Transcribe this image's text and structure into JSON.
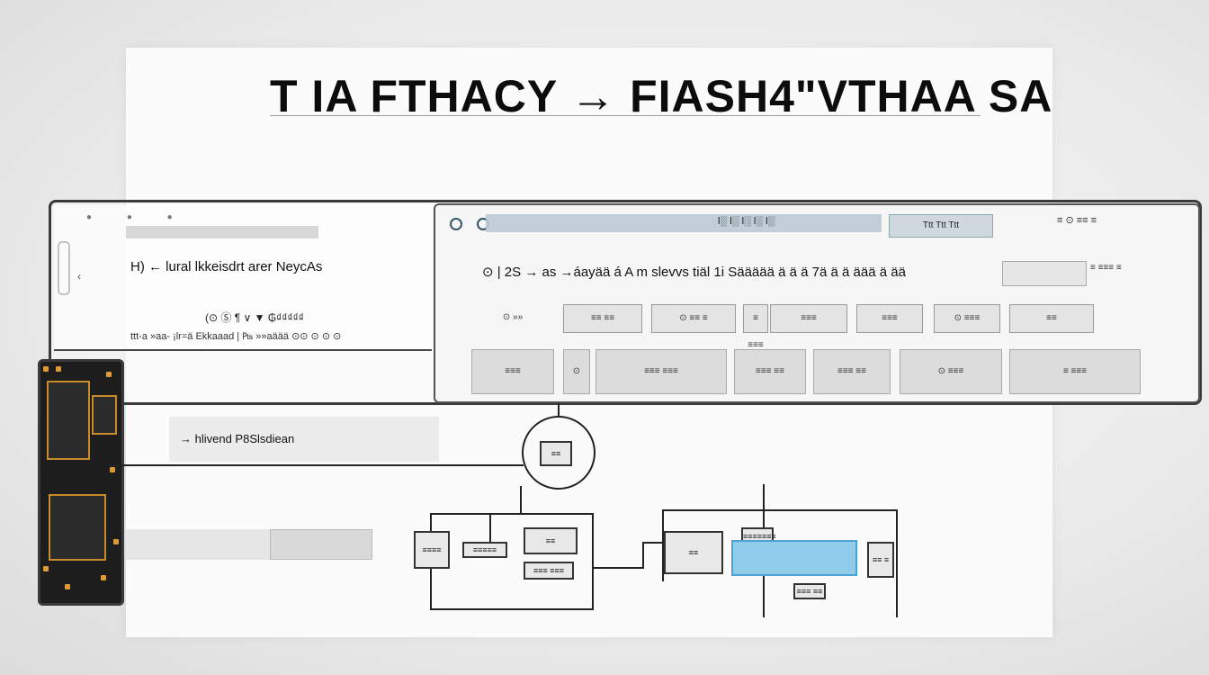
{
  "sheet": {
    "title": "T IA FTHACY → FIASH4\"VTHAA SA"
  },
  "left_panel": {
    "chevron": "‹",
    "label": "H) ← lural lkkeisdrt arer NeycAs",
    "sub": "(⊙ Ⓢ ¶ ∨ ▼ ₲₫₫₫₫₫",
    "footer": "ttt-a »aa- ¡lr=ä Ekkaaad | ₧ »»aäää ⊙⊙ ⊙ ⊙ ⊙"
  },
  "app": {
    "top_text": "l░ l░ l░ l░ l░",
    "top_box": "Ttt Ttt Ttt",
    "top_right": "≡ ⊙ ≡≡ ≡",
    "heading": "⊙ | 2S → as →áayää á A m slevvs tiäl 1i Säääää ä ä ä 7ä ä ä äää ä ää",
    "side_text": "≡ ≡≡≡ ≡",
    "row1": [
      "⊙ »»",
      "≡≡ ≡≡",
      "⊙ ≡≡ ≡",
      "≡ ≡≡≡",
      "≡≡≡",
      "≡≡≡",
      "⊙ ≡≡≡",
      "≡≡"
    ],
    "row2": [
      "≡≡≡",
      "⊙",
      "≡≡≡ ≡≡≡",
      "≡≡≡ ≡≡",
      "≡≡≡ ≡≡",
      "⊙ ≡≡≡",
      "≡ ≡≡≡"
    ]
  },
  "diagram": {
    "label": "→ hlivend P8Slsdiean",
    "node_a": "≡≡",
    "node_b": "≡≡≡≡",
    "node_c": "≡≡≡≡≡",
    "node_d": "≡≡",
    "node_e": "≡≡≡ ≡≡≡",
    "node_f": "≡≡",
    "node_g": "≡≡≡≡≡≡≡",
    "node_h": "≡≡≡ ≡≡",
    "node_i": "≡≡ ≡"
  }
}
